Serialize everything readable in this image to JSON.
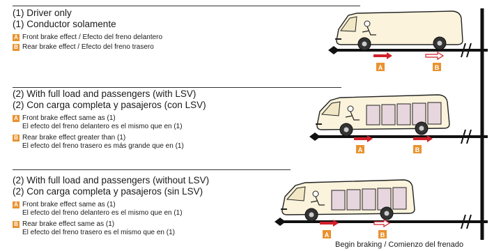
{
  "sections": [
    {
      "heading_en": "(1) Driver only",
      "heading_es": "(1) Conductor solamente",
      "items": [
        {
          "badge": "A",
          "lines": [
            "Front brake effect / Efecto del freno delantero"
          ]
        },
        {
          "badge": "B",
          "lines": [
            "Rear brake effect / Efecto del freno trasero"
          ]
        }
      ]
    },
    {
      "heading_en": "(2) With full load and passengers (with LSV)",
      "heading_es": "(2) Con carga completa y pasajeros (con LSV)",
      "items": [
        {
          "badge": "A",
          "lines": [
            "Front brake effect same as (1)",
            "El efecto del freno delantero es el mismo que en (1)"
          ]
        },
        {
          "badge": "B",
          "lines": [
            "Rear brake effect greater than (1)",
            "El efecto del freno trasero es más grande que en (1)"
          ]
        }
      ]
    },
    {
      "heading_en": "(2) With full load and passengers (without LSV)",
      "heading_es": "(2) Con carga completa y pasajeros (sin LSV)",
      "items": [
        {
          "badge": "A",
          "lines": [
            "Front brake effect same as (1)",
            "El efecto del freno delantero es el mismo que en (1)"
          ]
        },
        {
          "badge": "B",
          "lines": [
            "Rear brake effect same as (1)",
            "El efecto del freno trasero es el mismo que en (1)"
          ]
        }
      ]
    }
  ],
  "figure_labels": {
    "a": "A",
    "b": "B"
  },
  "caption": "Begin braking / Comienzo del frenado",
  "colors": {
    "badge": "#e9922f",
    "arrow": "#d0202a",
    "van_body": "#fbf3dc",
    "cargo": "#e8d6de"
  }
}
